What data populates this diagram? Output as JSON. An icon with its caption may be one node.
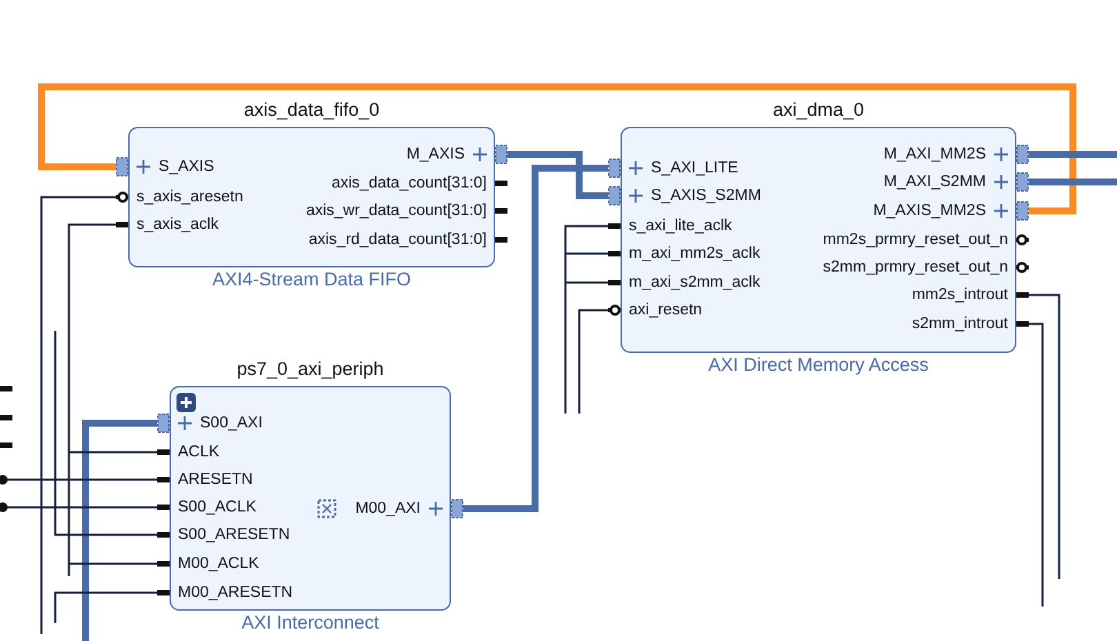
{
  "diagram": {
    "nodes": [
      {
        "text": [
          "axis_data_fifo_0",
          "AXI4-Stream Data FIFO"
        ]
      },
      {
        "text": [
          "S_AXIS"
        ],
        "in": 0
      },
      {
        "text": [
          "s_axis_aresetn"
        ],
        "in": 0
      },
      {
        "text": [
          "s_axis_aclk"
        ],
        "in": 0
      },
      {
        "text": [
          "M_AXIS"
        ],
        "in": 0
      },
      {
        "text": [
          "axis_data_count[31:0]"
        ],
        "in": 0
      },
      {
        "text": [
          "axis_wr_data_count[31:0]"
        ],
        "in": 0
      },
      {
        "text": [
          "axis_rd_data_count[31:0]"
        ],
        "in": 0
      },
      {
        "text": [
          "axi_dma_0",
          "AXI Direct Memory Access"
        ]
      },
      {
        "text": [
          "S_AXI_LITE"
        ],
        "in": 8
      },
      {
        "text": [
          "S_AXIS_S2MM"
        ],
        "in": 8
      },
      {
        "text": [
          "s_axi_lite_aclk"
        ],
        "in": 8
      },
      {
        "text": [
          "m_axi_mm2s_aclk"
        ],
        "in": 8
      },
      {
        "text": [
          "m_axi_s2mm_aclk"
        ],
        "in": 8
      },
      {
        "text": [
          "axi_resetn"
        ],
        "in": 8
      },
      {
        "text": [
          "M_AXI_MM2S"
        ],
        "in": 8
      },
      {
        "text": [
          "M_AXI_S2MM"
        ],
        "in": 8
      },
      {
        "text": [
          "M_AXIS_MM2S"
        ],
        "in": 8
      },
      {
        "text": [
          "mm2s_prmry_reset_out_n"
        ],
        "in": 8
      },
      {
        "text": [
          "s2mm_prmry_reset_out_n"
        ],
        "in": 8
      },
      {
        "text": [
          "mm2s_introut"
        ],
        "in": 8
      },
      {
        "text": [
          "s2mm_introut"
        ],
        "in": 8
      },
      {
        "text": [
          "ps7_0_axi_periph",
          "AXI Interconnect"
        ]
      },
      {
        "text": [
          "S00_AXI"
        ],
        "in": 22
      },
      {
        "text": [
          "ACLK"
        ],
        "in": 22
      },
      {
        "text": [
          "ARESETN"
        ],
        "in": 22
      },
      {
        "text": [
          "S00_ACLK"
        ],
        "in": 22
      },
      {
        "text": [
          "S00_ARESETN"
        ],
        "in": 22
      },
      {
        "text": [
          "M00_ACLK"
        ],
        "in": 22
      },
      {
        "text": [
          "M00_ARESETN"
        ],
        "in": 22
      },
      {
        "text": [
          "M00_AXI"
        ],
        "in": 22
      }
    ],
    "edges": [
      {
        "from": 17,
        "to": 1,
        "arrow": "none",
        "style": "thick",
        "color": "#ff8a25"
      },
      {
        "from": 4,
        "to": 10,
        "arrow": "none",
        "style": "thick",
        "color": "#4a6aa8"
      },
      {
        "from": 30,
        "to": 9,
        "arrow": "none",
        "style": "thick",
        "color": "#4a6aa8"
      },
      {
        "from": 15,
        "to": null,
        "arrow": "none",
        "style": "thick",
        "color": "#4a6aa8"
      },
      {
        "from": 16,
        "to": null,
        "arrow": "none",
        "style": "thick",
        "color": "#4a6aa8"
      },
      {
        "from": null,
        "to": 23,
        "arrow": "none",
        "style": "thick",
        "color": "#4a6aa8"
      },
      {
        "from": null,
        "to": 2,
        "arrow": "none"
      },
      {
        "from": null,
        "to": 3,
        "arrow": "none"
      },
      {
        "from": null,
        "to": 11,
        "arrow": "none"
      },
      {
        "from": null,
        "to": 12,
        "arrow": "none"
      },
      {
        "from": null,
        "to": 13,
        "arrow": "none"
      },
      {
        "from": null,
        "to": 14,
        "arrow": "none"
      },
      {
        "from": 20,
        "to": null,
        "arrow": "none"
      },
      {
        "from": 21,
        "to": null,
        "arrow": "none"
      },
      {
        "from": null,
        "to": 24,
        "arrow": "none"
      },
      {
        "from": null,
        "to": 25,
        "arrow": "none"
      },
      {
        "from": null,
        "to": 26,
        "arrow": "none"
      },
      {
        "from": null,
        "to": 27,
        "arrow": "none"
      },
      {
        "from": null,
        "to": 28,
        "arrow": "none"
      },
      {
        "from": null,
        "to": 29,
        "arrow": "none"
      }
    ]
  }
}
